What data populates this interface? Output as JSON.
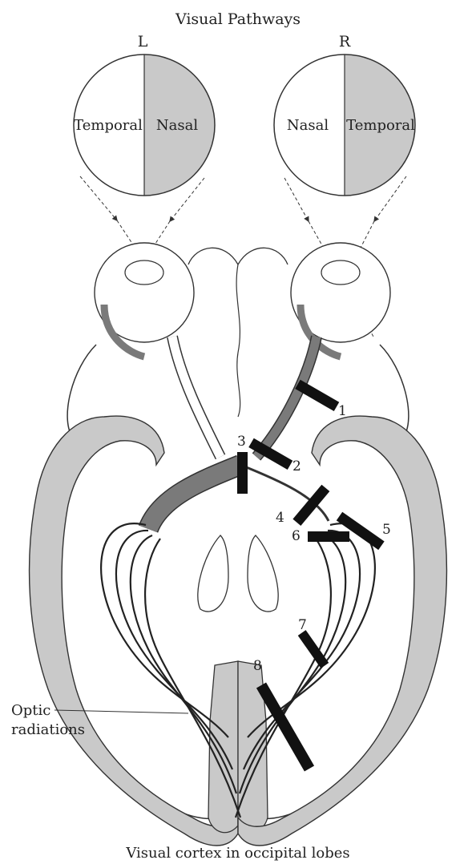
{
  "title": "Visual Pathways",
  "left_eye_label": "L",
  "right_eye_label": "R",
  "left_field": {
    "temporal": "Temporal",
    "nasal": "Nasal"
  },
  "right_field": {
    "nasal": "Nasal",
    "temporal": "Temporal"
  },
  "lesions": [
    "1",
    "2",
    "3",
    "4",
    "5",
    "6",
    "7",
    "8"
  ],
  "optic_radiations_label": [
    "Optic",
    "radiations"
  ],
  "cortex_label": "Visual cortex in occipital lobes",
  "colors": {
    "shaded": "#c9c9c9",
    "dark_pathway": "#7a7a7a",
    "lesion": "#111111",
    "line": "#333333"
  }
}
